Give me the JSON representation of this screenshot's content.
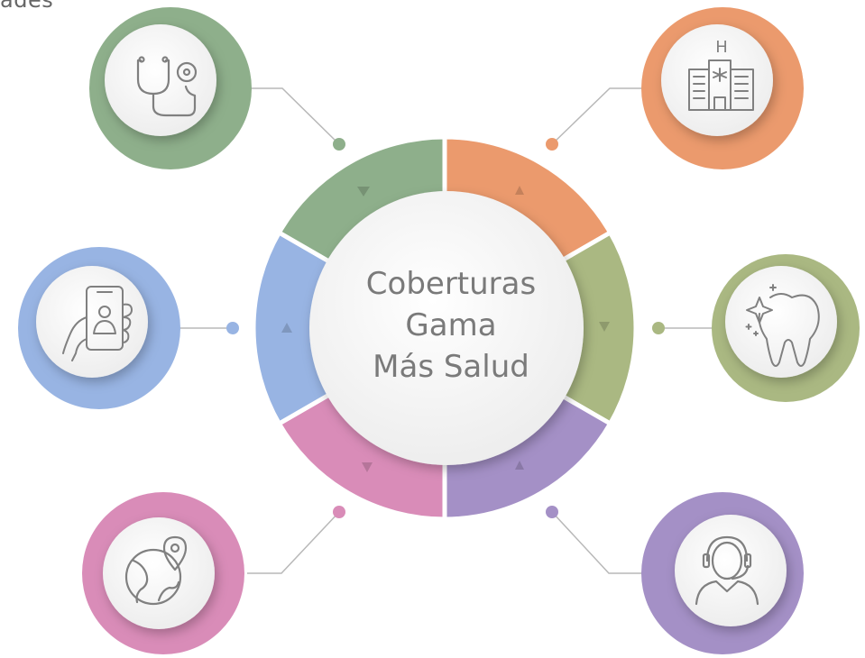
{
  "corner_text": "ades",
  "center": {
    "line1": "Coberturas",
    "line2": "Gama",
    "line3": "Más Salud"
  },
  "colors": {
    "green": "#8eaf8b",
    "orange": "#eb9a6d",
    "olive": "#aab882",
    "purple": "#a490c6",
    "pink": "#d98cb8",
    "blue": "#98b4e3",
    "line": "#b8b8b8",
    "icon": "#808080"
  },
  "nodes": [
    {
      "icon": "stethoscope-icon",
      "color": "green"
    },
    {
      "icon": "hospital-icon",
      "color": "orange"
    },
    {
      "icon": "tooth-icon",
      "color": "olive"
    },
    {
      "icon": "support-agent-icon",
      "color": "purple"
    },
    {
      "icon": "globe-location-icon",
      "color": "pink"
    },
    {
      "icon": "mobile-telemedicine-icon",
      "color": "blue"
    }
  ]
}
